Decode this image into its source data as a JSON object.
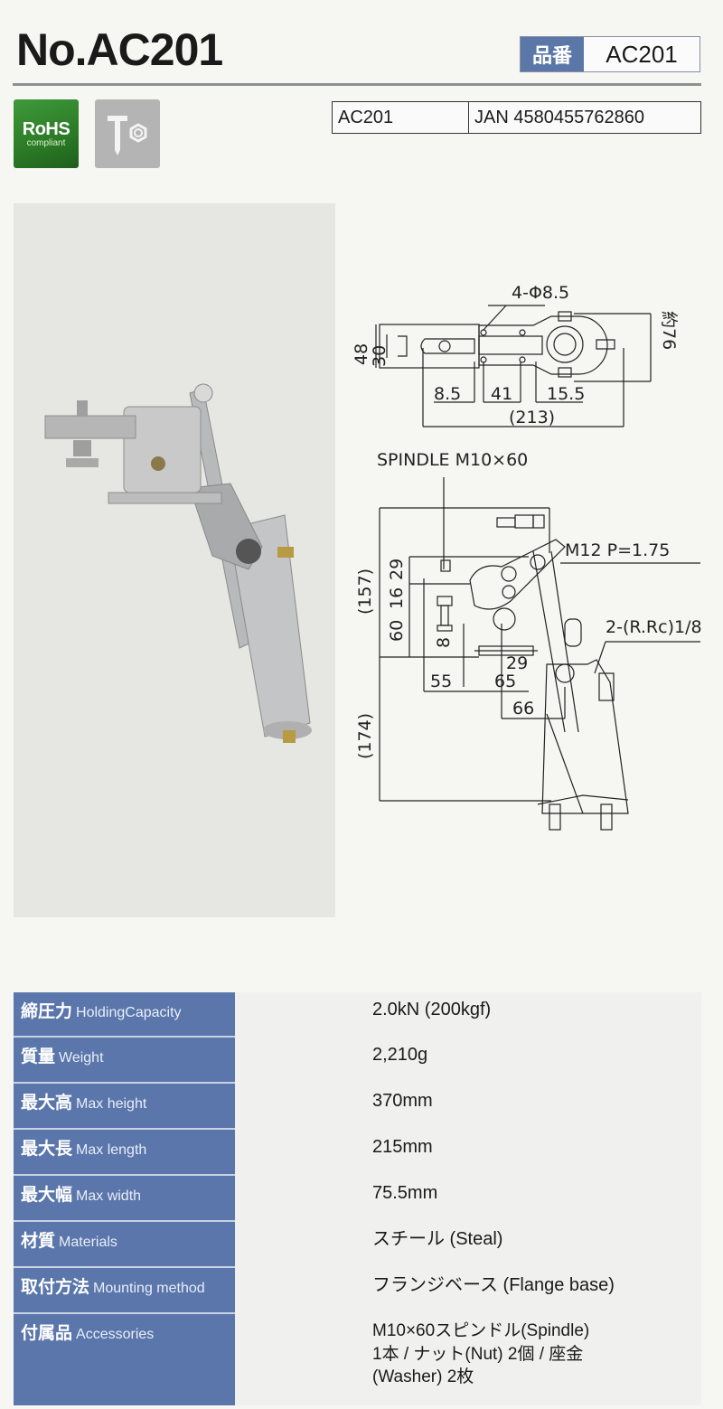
{
  "header": {
    "title": "No.AC201",
    "part_number_label": "品番",
    "part_number_value": "AC201"
  },
  "badges": {
    "rohs_line1": "RoHS",
    "rohs_line2": "compliant",
    "tool_icon": "bolt-nut-icon"
  },
  "codes": {
    "model": "AC201",
    "jan": "JAN 4580455762860"
  },
  "drawing": {
    "top_view": {
      "holes": "4-Φ8.5",
      "dims": [
        "48",
        "30",
        "8.5",
        "41",
        "15.5",
        "(213)",
        "約76"
      ]
    },
    "side_view": {
      "spindle": "SPINDLE M10×60",
      "thread": "M12 P=1.75",
      "port": "2-(R.Rc)1/8",
      "dims": [
        "(157)",
        "29",
        "16",
        "60",
        "8",
        "55",
        "65",
        "29",
        "66",
        "(174)"
      ]
    }
  },
  "specs": [
    {
      "jp": "締圧力",
      "en": "HoldingCapacity",
      "value": "2.0kN (200kgf)"
    },
    {
      "jp": "質量",
      "en": "Weight",
      "value": "2,210g"
    },
    {
      "jp": "最大高",
      "en": "Max height",
      "value": "370mm"
    },
    {
      "jp": "最大長",
      "en": "Max length",
      "value": "215mm"
    },
    {
      "jp": "最大幅",
      "en": "Max width",
      "value": "75.5mm"
    },
    {
      "jp": "材質",
      "en": "Materials",
      "value": "スチール (Steal)"
    },
    {
      "jp": "取付方法",
      "en": "Mounting method",
      "value": "フランジベース (Flange base)"
    },
    {
      "jp": "付属品",
      "en": "Accessories",
      "value": "M10×60スピンドル(Spindle)",
      "value2": "1本 / ナット(Nut) 2個 / 座金",
      "value3": "(Washer) 2枚"
    }
  ],
  "colors": {
    "table_header": "#5a76ab",
    "rohs_green": "#2b7a26",
    "rule_gray": "#8d8f95"
  }
}
